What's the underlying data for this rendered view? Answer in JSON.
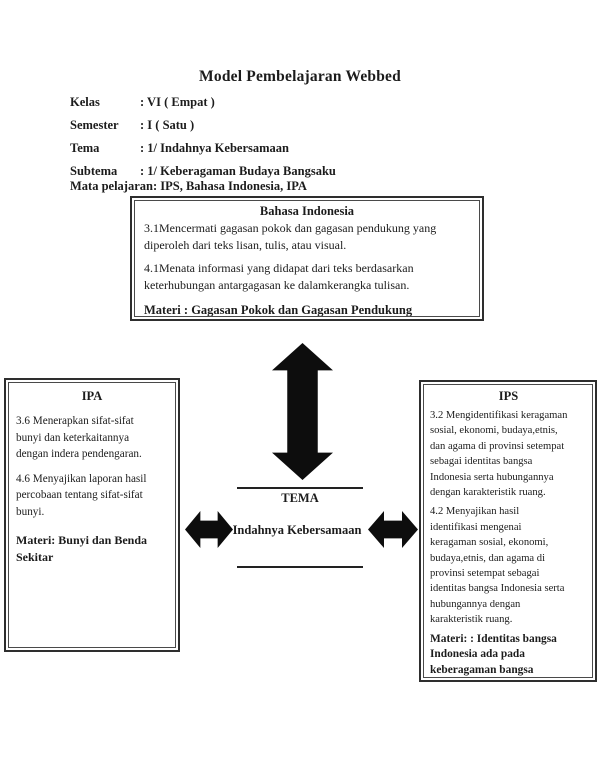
{
  "page": {
    "title": "Model Pembelajaran Webbed"
  },
  "header": {
    "rows": [
      {
        "label": "Kelas",
        "value": ": VI ( Empat )"
      },
      {
        "label": "Semester",
        "value": ": I ( Satu )"
      },
      {
        "label": "Tema",
        "value": ": 1/ Indahnya Kebersamaan"
      },
      {
        "label": "Subtema",
        "value": ": 1/ Keberagaman Budaya Bangsaku"
      }
    ],
    "mata_pelajaran": "Mata pelajaran: IPS, Bahasa Indonesia, IPA"
  },
  "diagram": {
    "bahasa_indonesia_box": {
      "title": "Bahasa Indonesia",
      "kd1": "3.1Mencermati gagasan pokok dan gagasan pendukung yang\ndiperoleh dari teks lisan, tulis, atau visual.",
      "kd2": "4.1Menata informasi yang didapat dari teks berdasarkan\nketerhubungan antargagasan ke dalamkerangka tulisan.",
      "materi": "Materi : Gagasan Pokok dan Gagasan Pendukung"
    },
    "ipa_box": {
      "title": "IPA",
      "kd1": "3.6 Menerapkan sifat-sifat\nbunyi dan keterkaitannya\ndengan indera pendengaran.",
      "kd2": "4.6 Menyajikan laporan hasil\npercobaan tentang sifat-sifat\nbunyi.",
      "materi": "Materi: Bunyi dan Benda\nSekitar"
    },
    "ips_box": {
      "title": "IPS",
      "kd1": "3.2 Mengidentifikasi keragaman\nsosial, ekonomi, budaya,etnis,\ndan agama di provinsi setempat\nsebagai identitas bangsa\nIndonesia serta hubungannya\ndengan karakteristik ruang.",
      "kd2": "4.2 Menyajikan hasil\nidentifikasi mengenai\nkeragaman sosial, ekonomi,\nbudaya,etnis, dan agama di\nprovinsi setempat sebagai\nidentitas bangsa Indonesia serta\nhubungannya dengan\nkarakteristik ruang.",
      "materi": "Materi: : Identitas bangsa\nIndonesia ada pada\nkeberagaman bangsa"
    },
    "tema": {
      "label": "TEMA",
      "value": "Indahnya Kebersamaan"
    }
  },
  "colors": {
    "background": "#ffffff",
    "text": "#1c1c1c",
    "border": "#2e2e2e",
    "arrow": "#0d0d0d"
  }
}
